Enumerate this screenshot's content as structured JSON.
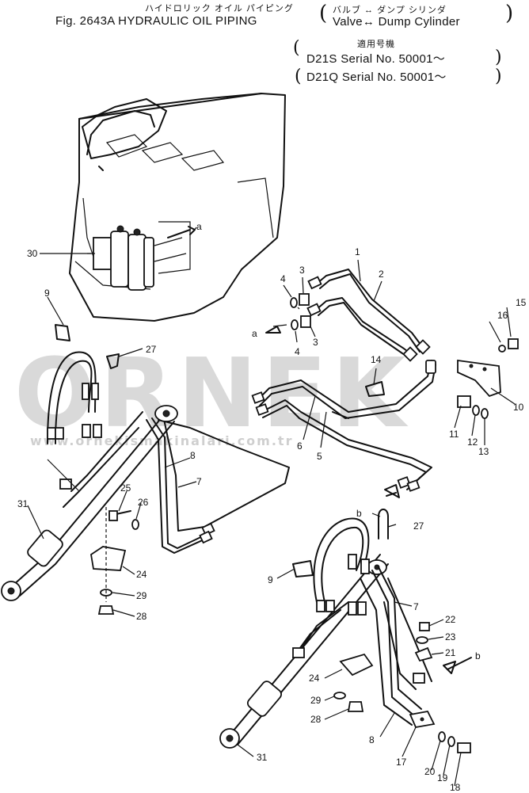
{
  "header": {
    "jp_title": "ハイドロリック オイル パイピング",
    "title": "Fig. 2643A  HYDRAULIC OIL PIPING",
    "sub_jp": "バルブ ↔ ダンプ シリンダ",
    "sub": "Valve↔ Dump Cylinder",
    "applic_jp": "適用号機",
    "serial_1": "D21S  Serial No. 50001～",
    "serial_2": "D21Q  Serial No. 50001～"
  },
  "watermark": {
    "brand": "ORNEK",
    "url": "www.ornekismakinalari.com.tr"
  },
  "callouts": {
    "p1": "1",
    "p2": "2",
    "p3a": "3",
    "p3b": "3",
    "p4a": "4",
    "p4b": "4",
    "p5": "5",
    "p6": "6",
    "p7a": "7",
    "p7b": "7",
    "p8a": "8",
    "p8b": "8",
    "p9a": "9",
    "p9b": "9",
    "p10": "10",
    "p11": "11",
    "p12": "12",
    "p13": "13",
    "p14": "14",
    "p15": "15",
    "p16": "16",
    "p17": "17",
    "p18": "18",
    "p19": "19",
    "p20": "20",
    "p21": "21",
    "p22": "22",
    "p23": "23",
    "p24a": "24",
    "p24b": "24",
    "p25": "25",
    "p26": "26",
    "p27a": "27",
    "p27b": "27",
    "p28a": "28",
    "p28b": "28",
    "p29a": "29",
    "p29b": "29",
    "p30": "30",
    "p31a": "31",
    "p31b": "31",
    "ref_a1": "a",
    "ref_a2": "a",
    "ref_b1": "b",
    "ref_b2": "b"
  }
}
